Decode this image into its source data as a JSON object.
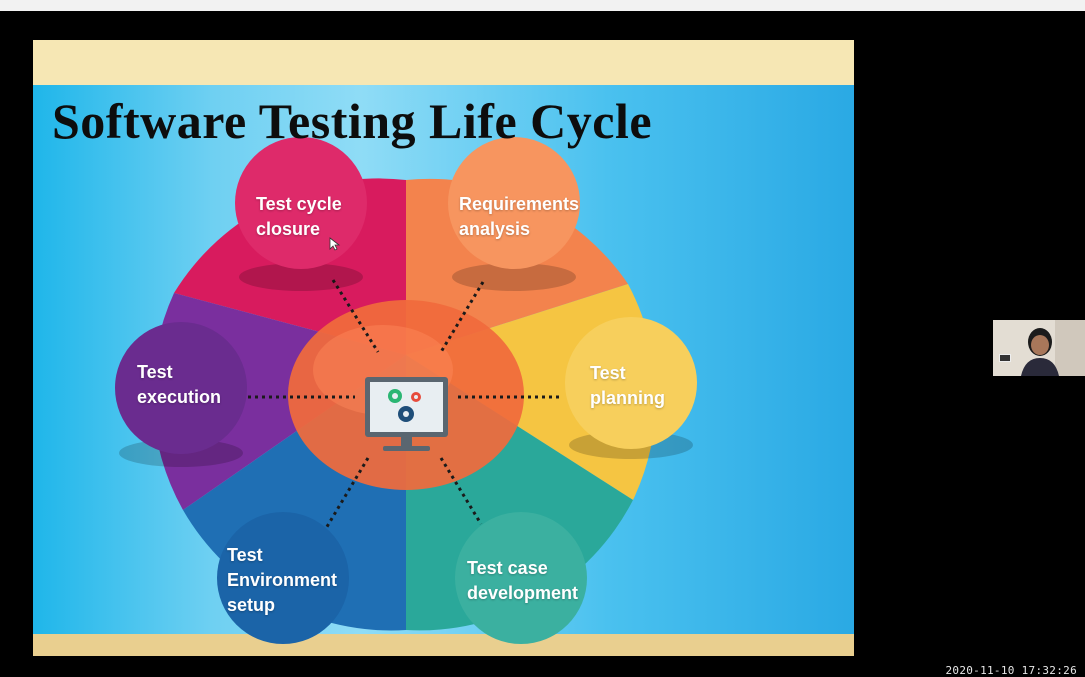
{
  "slide": {
    "title": "Software Testing Life Cycle",
    "phases": [
      {
        "lines": [
          "Test cycle",
          "closure"
        ],
        "color": "#d81b5e"
      },
      {
        "lines": [
          "Requirements",
          "analysis"
        ],
        "color": "#f3834d"
      },
      {
        "lines": [
          "Test",
          "planning"
        ],
        "color": "#f5c542"
      },
      {
        "lines": [
          "Test case",
          "development"
        ],
        "color": "#2aa89a"
      },
      {
        "lines": [
          "Test",
          "Environment",
          "setup"
        ],
        "color": "#1f6fb4"
      },
      {
        "lines": [
          "Test",
          "execution"
        ],
        "color": "#7a2f9e"
      }
    ]
  },
  "webcam": {
    "label": "participant-video"
  },
  "timestamp": "2020-11-10 17:32:26"
}
